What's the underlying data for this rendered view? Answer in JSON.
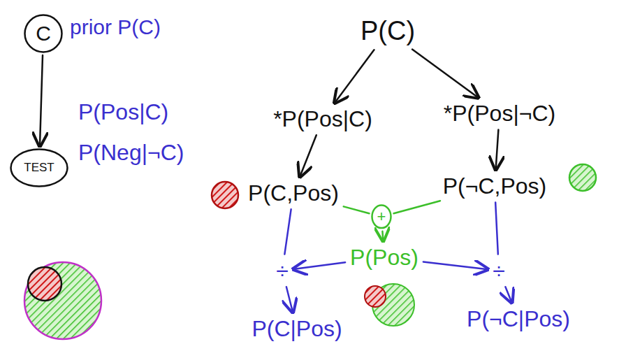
{
  "diagram": {
    "nodes": [
      {
        "text": [
          "C"
        ]
      },
      {
        "text": [
          "TEST"
        ]
      },
      {
        "text": [
          "P(C)"
        ]
      },
      {
        "text": [
          "*P(Pos|C)"
        ]
      },
      {
        "text": [
          "*P(Pos|¬C)"
        ]
      },
      {
        "text": [
          "P(C,Pos)"
        ]
      },
      {
        "text": [
          "P(¬C,Pos)"
        ]
      },
      {
        "text": [
          "+"
        ]
      },
      {
        "text": [
          "P(Pos)"
        ]
      },
      {
        "text": [
          "÷"
        ]
      },
      {
        "text": [
          "÷"
        ]
      },
      {
        "text": [
          "P(C|Pos)"
        ]
      },
      {
        "text": [
          "P(¬C|Pos)"
        ]
      }
    ],
    "edges": [
      {
        "from": 0,
        "to": 1,
        "arrow": "to"
      },
      {
        "from": 2,
        "to": 3,
        "arrow": "to"
      },
      {
        "from": 2,
        "to": 4,
        "arrow": "to"
      },
      {
        "from": 3,
        "to": 5,
        "arrow": "to"
      },
      {
        "from": 4,
        "to": 6,
        "arrow": "to"
      },
      {
        "from": 5,
        "to": 7,
        "arrow": "none"
      },
      {
        "from": 6,
        "to": 7,
        "arrow": "none"
      },
      {
        "from": 7,
        "to": 8,
        "arrow": "to"
      },
      {
        "from": 5,
        "to": 9,
        "arrow": "none"
      },
      {
        "from": 8,
        "to": 9,
        "arrow": "to"
      },
      {
        "from": 8,
        "to": 10,
        "arrow": "to"
      },
      {
        "from": 6,
        "to": 10,
        "arrow": "none"
      },
      {
        "from": 9,
        "to": 11,
        "arrow": "to"
      },
      {
        "from": 10,
        "to": 12,
        "arrow": "to"
      }
    ],
    "labels": [
      "prior P(C)",
      "P(Pos|C)",
      "P(Neg|¬C)"
    ]
  }
}
